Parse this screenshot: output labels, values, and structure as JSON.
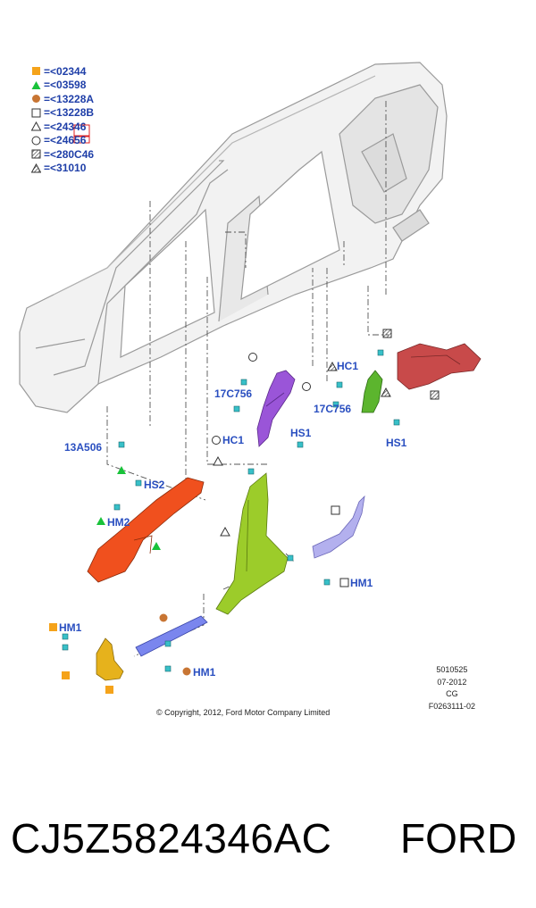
{
  "legend": [
    {
      "symbol": "filled-orange-square",
      "text": "=<02344",
      "color": "#f5a31a"
    },
    {
      "symbol": "filled-green-triangle",
      "text": "=<03598",
      "color": "#19c23a"
    },
    {
      "symbol": "filled-brown-circle",
      "text": "=<13228A",
      "color": "#c87533"
    },
    {
      "symbol": "open-square",
      "text": "=<13228B",
      "color": "#333333"
    },
    {
      "symbol": "open-triangle",
      "text": "=<24346",
      "color": "#333333"
    },
    {
      "symbol": "open-circle",
      "text": "=<24656",
      "color": "#333333"
    },
    {
      "symbol": "hatched-square",
      "text": "=<280C46",
      "color": "#333333"
    },
    {
      "symbol": "hatched-triangle",
      "text": "=<31010",
      "color": "#333333"
    }
  ],
  "callouts": {
    "c_17c756_left": "17C756",
    "c_hc1_left": "HC1",
    "c_hs1_mid": "HS1",
    "c_hc1_right": "HC1",
    "c_17c756_right": "17C756",
    "c_hs1_right": "HS1",
    "c_13a506": "13A506",
    "c_hs2": "HS2",
    "c_hm2": "HM2",
    "c_hm1_right": "HM1",
    "c_hm1_left": "HM1",
    "c_hm1_bottom": "HM1"
  },
  "meta": {
    "line1": "5010525",
    "line2": "07-2012",
    "line3": "CG",
    "line4": "F0263111-02"
  },
  "copyright": "© Copyright, 2012, Ford Motor Company Limited",
  "footer": {
    "part_number": "CJ5Z5824346AC",
    "brand": "FORD"
  },
  "colors": {
    "label_blue": "#2a4fc0",
    "orange_trim": "#f0501e",
    "green_pillar": "#9ccc2a",
    "purple_trim": "#9a55d8",
    "lavender_trim": "#b3b0ee",
    "blue_sill": "#7a86ee",
    "yellow_trim": "#e6b21c",
    "red_trim": "#c84a4a",
    "clip_teal": "#38c0c8"
  }
}
